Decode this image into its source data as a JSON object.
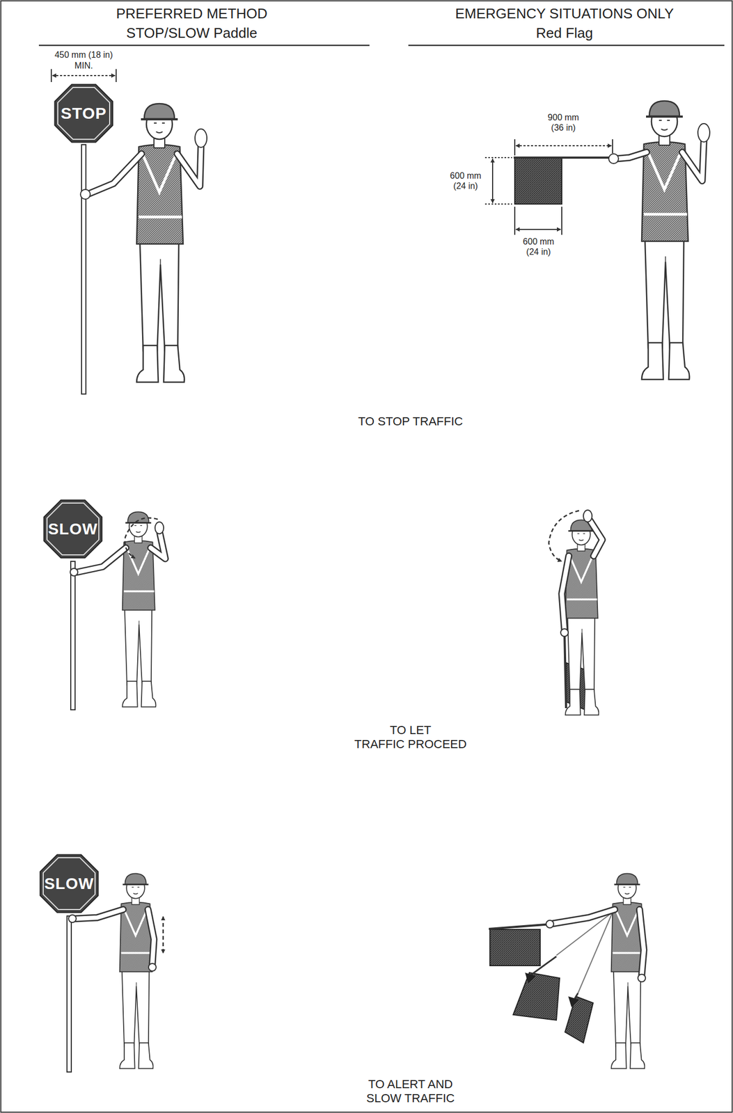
{
  "diagram": {
    "nodes": [
      {
        "text": [
          "STOP"
        ]
      },
      {
        "text": [
          "SLOW"
        ]
      },
      {
        "text": [
          "SLOW"
        ]
      }
    ],
    "labels": [
      "PREFERRED METHOD",
      "STOP/SLOW Paddle",
      "EMERGENCY SITUATIONS ONLY",
      "Red Flag",
      "450 mm (18 in)",
      "MIN.",
      "900 mm (36 in)",
      "600 mm (24 in)",
      "600 mm (24 in)",
      "TO STOP TRAFFIC",
      "TO LET TRAFFIC PROCEED",
      "TO ALERT AND SLOW TRAFFIC"
    ]
  }
}
